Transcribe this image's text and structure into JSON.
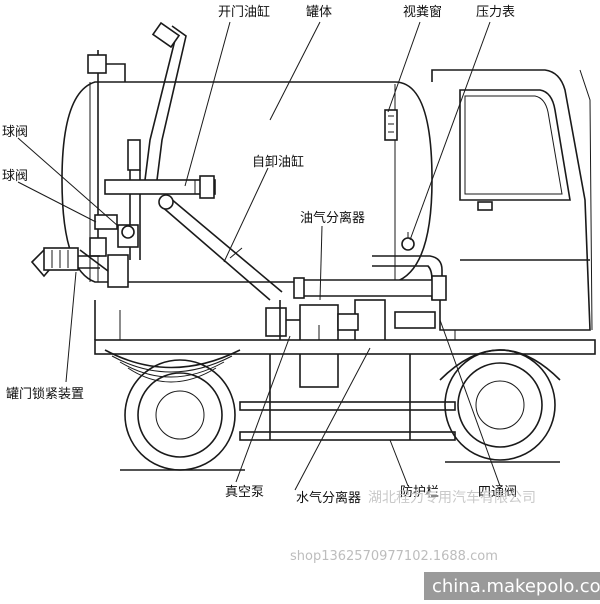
{
  "labels": {
    "open_door_cylinder": "开门油缸",
    "tank_body": "罐体",
    "sight_glass": "视粪窗",
    "pressure_gauge": "压力表",
    "ball_valve_1": "球阀",
    "ball_valve_2": "球阀",
    "unload_cylinder": "自卸油缸",
    "oil_gas_separator": "油气分离器",
    "door_clamp_device": "罐门锁紧装置",
    "vacuum_pump": "真空泵",
    "water_gas_separator": "水气分离器",
    "guard_rail": "防护栏",
    "four_way_valve": "四通阀"
  },
  "watermarks": {
    "company": "湖北程力专用汽车有限公司",
    "shop_url": "shop1362570977102.1688.com",
    "brand": "china.makepolo.com"
  }
}
